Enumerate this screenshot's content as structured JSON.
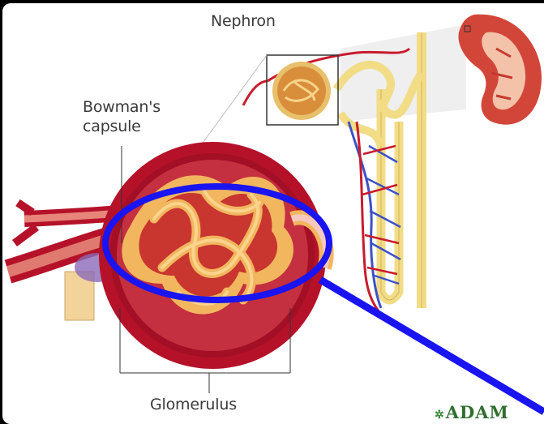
{
  "labels": {
    "nephron": "Nephron",
    "bowmans_capsule": "Bowman's capsule",
    "glomerulus": "Glomerulus"
  },
  "brand": {
    "text": "ADAM",
    "mark": "✲"
  },
  "colors": {
    "highlight_ellipse": "#1a14f0",
    "pointer_line": "#1a14f0",
    "capsule_red": "#b5122a",
    "capillary_orange": "#f2b65f",
    "vein_blue": "#3d52c7",
    "tubule_yellow": "#f2dc86",
    "kidney_red": "#d2463a",
    "background": "#000000"
  }
}
